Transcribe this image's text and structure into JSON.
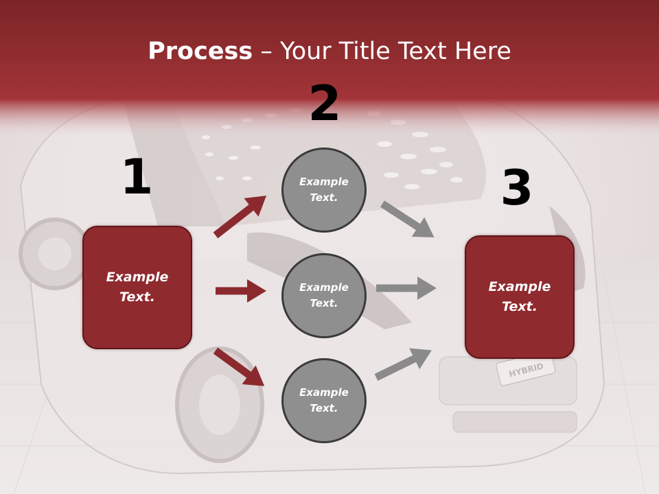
{
  "slide": {
    "title_bold": "Process",
    "title_rest": " – Your Title Text Here",
    "steps": [
      {
        "number": "1",
        "label": "Example Text."
      },
      {
        "number": "2",
        "items": [
          "Example Text.",
          "Example Text.",
          "Example Text."
        ]
      },
      {
        "number": "3",
        "label": "Example Text."
      }
    ],
    "badge": "HYBRID"
  },
  "colors": {
    "header_red": "#9d3034",
    "box_red": "#8f2a2e",
    "circle_gray": "#8f8f8f",
    "arrow_red": "#8b2a2e",
    "arrow_gray": "#8a8a8a"
  }
}
